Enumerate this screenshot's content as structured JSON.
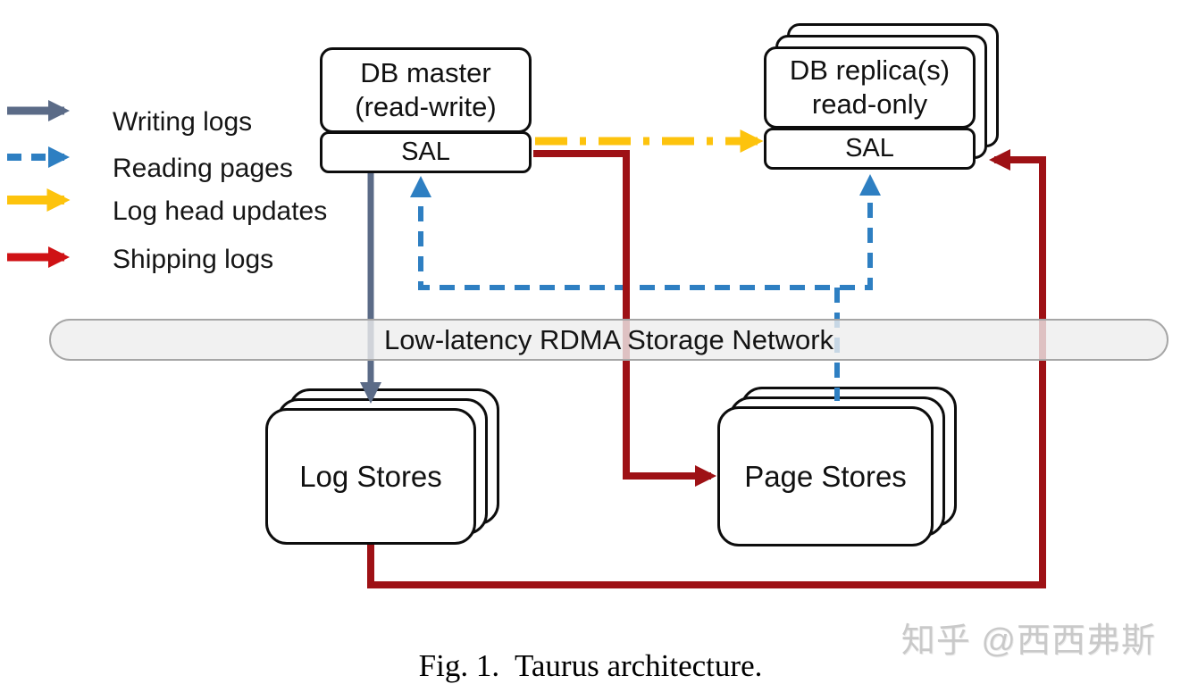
{
  "legend": {
    "items": [
      {
        "label": "Writing logs",
        "color": "#5b6b87",
        "line_style": "solid"
      },
      {
        "label": "Reading pages",
        "color": "#2e7fc2",
        "line_style": "dashed"
      },
      {
        "label": "Log head updates",
        "color": "#fdc30d",
        "line_style": "dash-dot"
      },
      {
        "label": "Shipping logs",
        "color": "#cf1215",
        "line_style": "solid"
      }
    ]
  },
  "nodes": {
    "db_master": {
      "title": "DB master",
      "subtitle": "(read-write)",
      "sal_label": "SAL"
    },
    "db_replica": {
      "title": "DB replica(s)",
      "subtitle": "read-only",
      "sal_label": "SAL"
    },
    "network": {
      "label": "Low-latency RDMA Storage Network"
    },
    "log_stores": {
      "label": "Log Stores"
    },
    "page_stores": {
      "label": "Page Stores"
    }
  },
  "edges": [
    {
      "type": "Writing logs",
      "from": "DB master SAL",
      "to": "Log Stores"
    },
    {
      "type": "Reading pages",
      "from": "Page Stores",
      "to": "DB master SAL"
    },
    {
      "type": "Reading pages",
      "from": "Page Stores",
      "to": "DB replica SAL"
    },
    {
      "type": "Log head updates",
      "from": "DB master SAL",
      "to": "DB replica SAL"
    },
    {
      "type": "Shipping logs",
      "from": "DB master SAL",
      "to": "Page Stores"
    },
    {
      "type": "Shipping logs",
      "from": "Log Stores",
      "to": "DB replica SAL"
    }
  ],
  "caption": "Fig. 1.  Taurus architecture.",
  "watermark": "知乎 @西西弗斯",
  "colors": {
    "writing_logs": "#5b6b87",
    "reading_pages": "#2e7fc2",
    "log_head_updates": "#fdc30d",
    "shipping_logs_legend": "#cf1215",
    "shipping_logs_line": "#9e1115",
    "network_fill": "#eeeeee",
    "network_border": "#a6a6a6",
    "box_border": "#0d0d0d"
  }
}
